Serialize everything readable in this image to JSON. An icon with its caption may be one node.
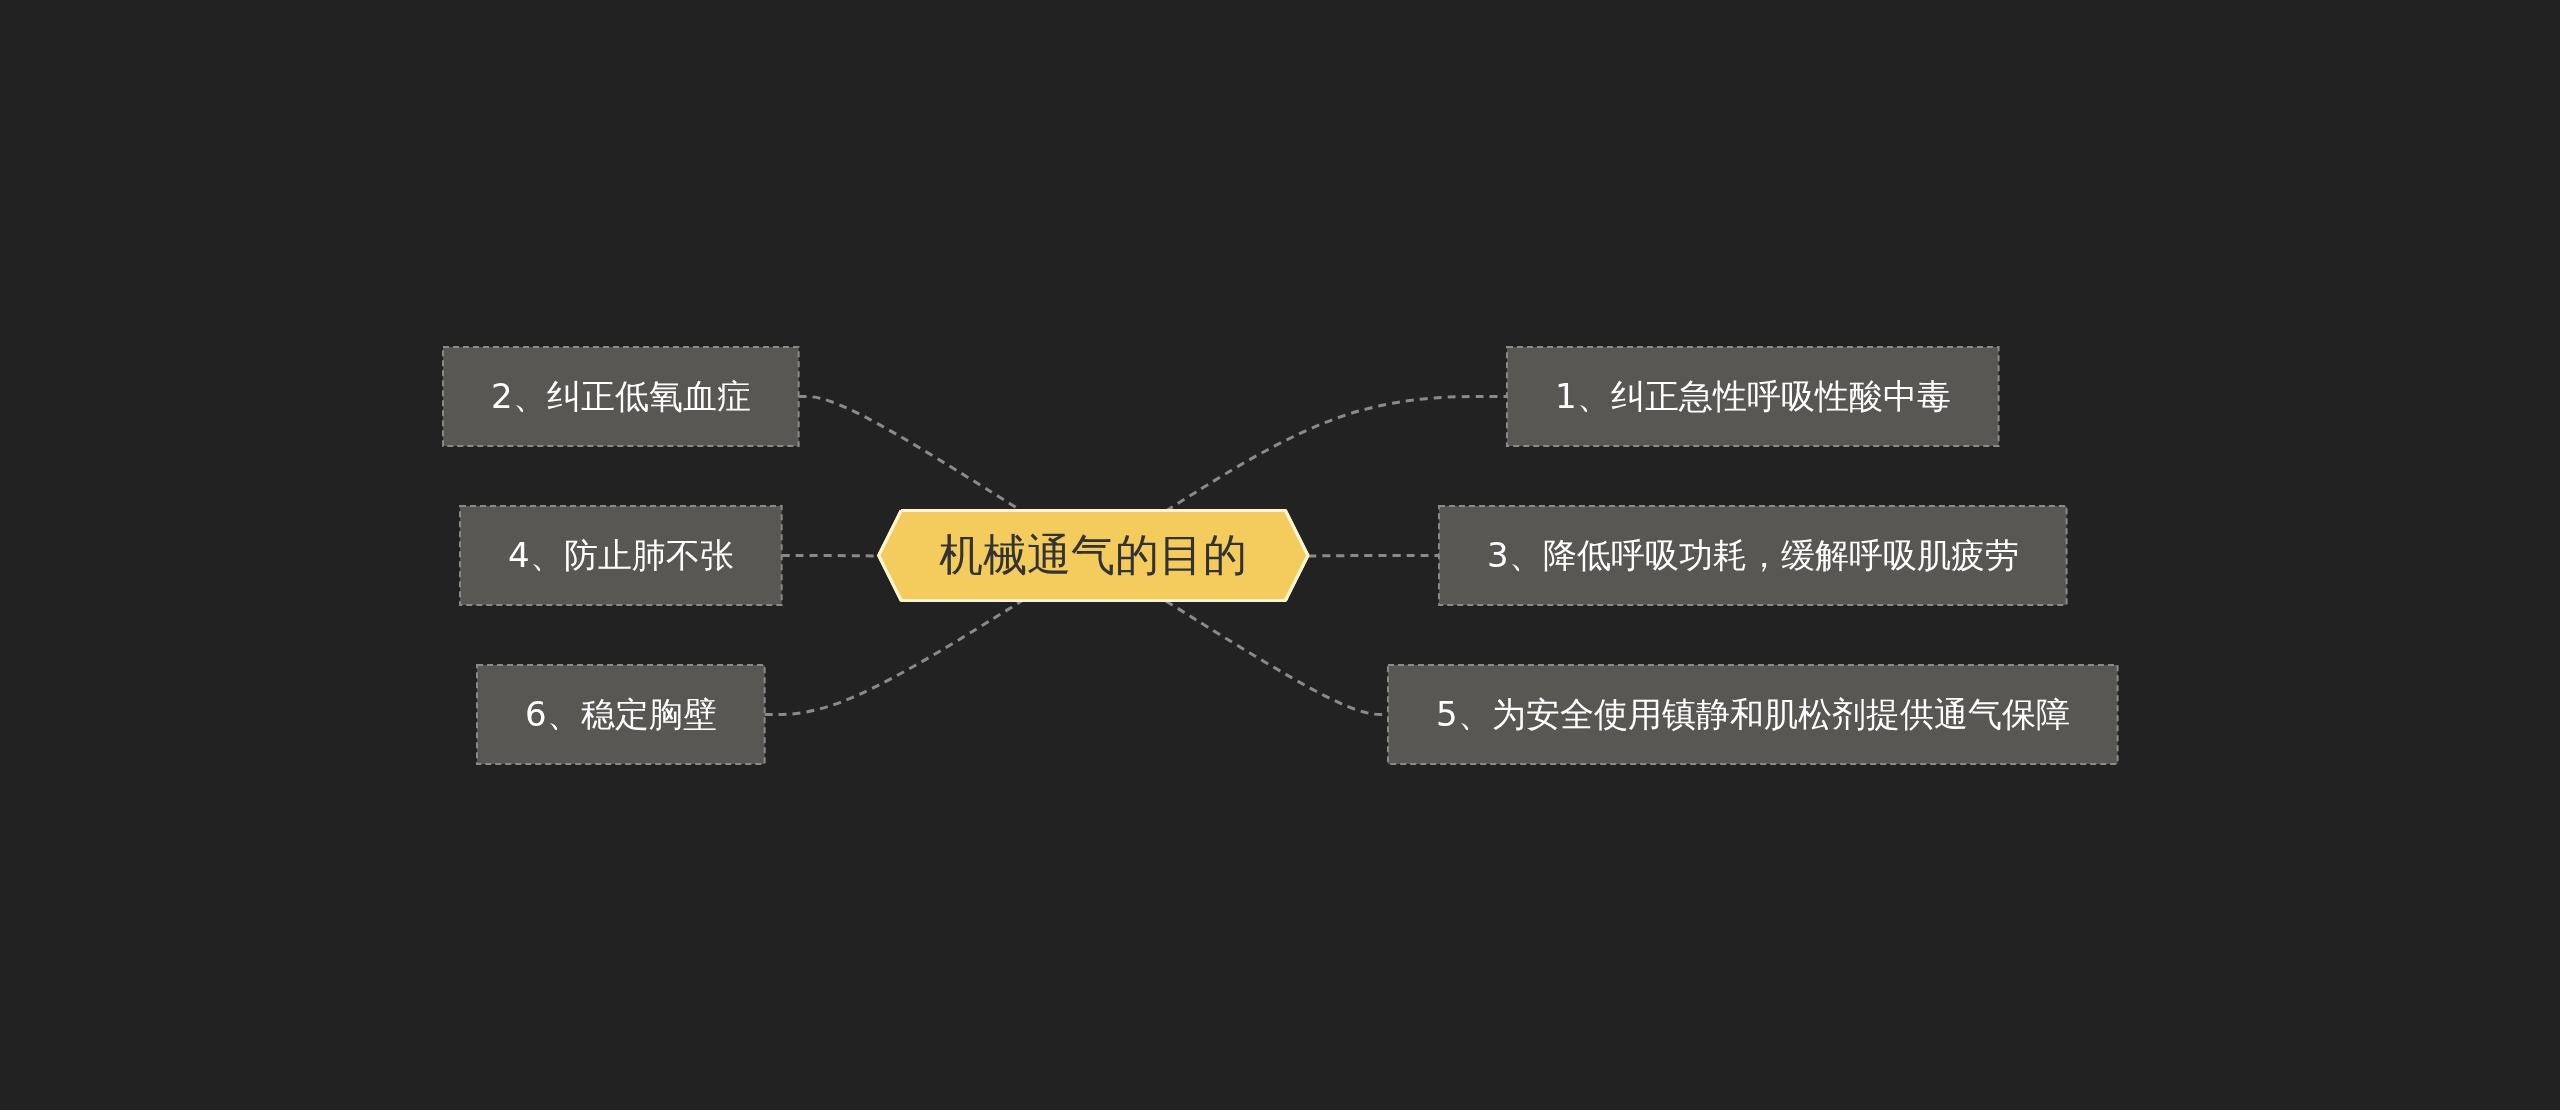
{
  "diagram": {
    "nodes": [
      {
        "text": [
          "机械通气的目的"
        ]
      },
      {
        "text": [
          "1、纠正急性呼吸性酸中毒"
        ]
      },
      {
        "text": [
          "2、纠正低氧血症"
        ]
      },
      {
        "text": [
          "3、降低呼吸功耗，缓解呼吸肌疲劳"
        ]
      },
      {
        "text": [
          "4、防止肺不张"
        ]
      },
      {
        "text": [
          "5、为安全使用镇静和肌松剂提供通气保障"
        ]
      },
      {
        "text": [
          "6、稳定胸壁"
        ]
      }
    ],
    "edges": [
      {
        "from": 0,
        "to": 1,
        "arrow": "none",
        "style": "dashed"
      },
      {
        "from": 2,
        "to": 0,
        "arrow": "none",
        "style": "dashed"
      },
      {
        "from": 0,
        "to": 3,
        "arrow": "none",
        "style": "dashed"
      },
      {
        "from": 4,
        "to": 0,
        "arrow": "none",
        "style": "dashed"
      },
      {
        "from": 0,
        "to": 5,
        "arrow": "none",
        "style": "dashed"
      },
      {
        "from": 6,
        "to": 0,
        "arrow": "none",
        "style": "dashed"
      }
    ]
  }
}
